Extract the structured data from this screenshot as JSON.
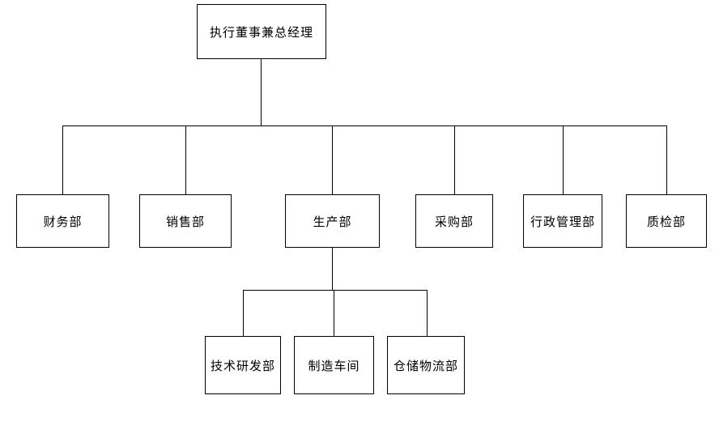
{
  "diagram": {
    "type": "org-chart",
    "background_color": "#ffffff",
    "box_border_color": "#000000",
    "line_color": "#000000",
    "text_color": "#000000",
    "nodes": {
      "root": {
        "label": "执行董事兼总经理"
      },
      "finance": {
        "label": "财务部"
      },
      "sales": {
        "label": "销售部"
      },
      "production": {
        "label": "生产部"
      },
      "procurement": {
        "label": "采购部"
      },
      "admin": {
        "label": "行政管理部"
      },
      "quality": {
        "label": "质检部"
      },
      "rnd": {
        "label": "技术研发部"
      },
      "workshop": {
        "label": "制造车间"
      },
      "logistics": {
        "label": "仓储物流部"
      }
    },
    "hierarchy": {
      "root": "执行董事兼总经理",
      "root_children": [
        "财务部",
        "销售部",
        "生产部",
        "采购部",
        "行政管理部",
        "质检部"
      ],
      "production_children": [
        "技术研发部",
        "制造车间",
        "仓储物流部"
      ]
    }
  }
}
